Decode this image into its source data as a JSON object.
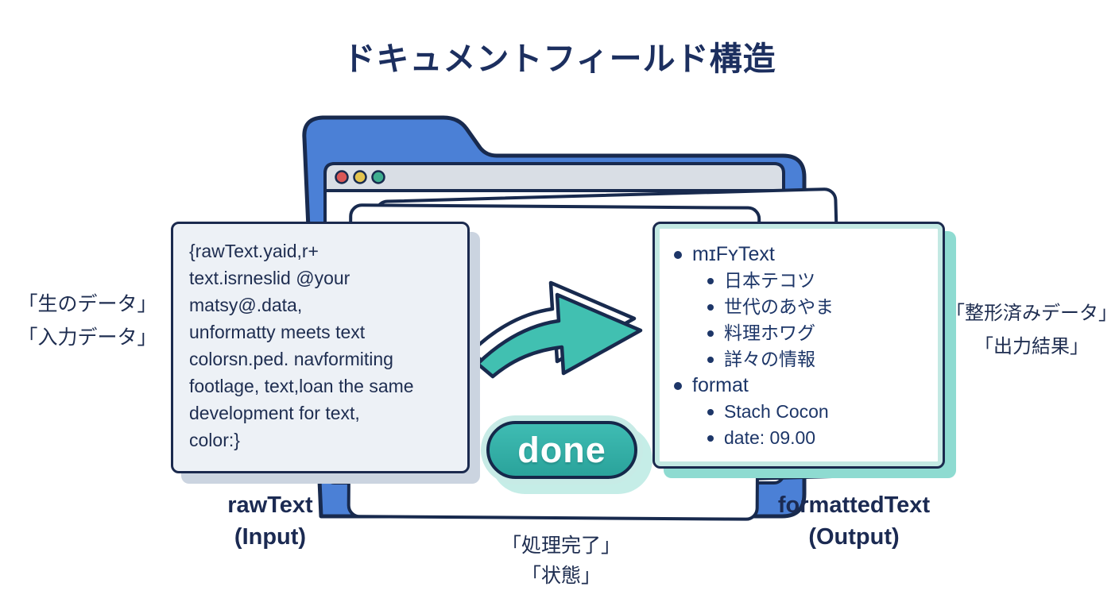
{
  "title": "ドキュメントフィールド構造",
  "raw_card": {
    "lines": [
      "{rawText.yaid,r+",
      "text.isrneslid @your",
      "matsy@.data,",
      "unformatty meets text",
      "colorsn.ped. navformiting",
      "footlage, text,loan the same",
      "development for text,",
      "color:}"
    ]
  },
  "formatted_card": {
    "items": [
      {
        "level": 1,
        "label": "mɪFʏText"
      },
      {
        "level": 2,
        "label": "日本テコツ"
      },
      {
        "level": 2,
        "label": "世代のあやま"
      },
      {
        "level": 2,
        "label": "料理ホワグ"
      },
      {
        "level": 2,
        "label": "詳々の情報"
      },
      {
        "level": 1,
        "label": "format"
      },
      {
        "level": 2,
        "label": "Stach Cocon"
      },
      {
        "level": 2,
        "label": "date: 09.00"
      }
    ]
  },
  "labels": {
    "left_line1": "「生のデータ」",
    "left_line2": "「入力データ」",
    "right_line1": "「整形済みデータ」",
    "right_line2": "「出力結果」",
    "raw_caption_line1": "rawText",
    "raw_caption_line2": "(Input)",
    "formatted_caption_line1": "formattedText",
    "formatted_caption_line2": "(Output)",
    "done_caption_line1": "「処理完了」",
    "done_caption_line2": "「状態」"
  },
  "done_button": {
    "label": "done"
  },
  "colors": {
    "navy": "#1b2a52",
    "folder_blue": "#4b80d6",
    "teal": "#38b7ae",
    "teal_light": "#c7ebe6",
    "card_shadow_gray": "#cbd4e0",
    "teal_shadow": "#8edbd1",
    "dot_red": "#d95757",
    "dot_yellow": "#e4c44e",
    "dot_green": "#3fae8f"
  }
}
